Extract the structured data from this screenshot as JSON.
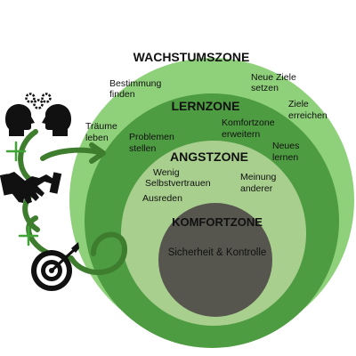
{
  "zones": {
    "growth": {
      "title": "WACHSTUMSZONE",
      "color": "#8fd17b"
    },
    "learning": {
      "title": "LERNZONE",
      "color": "#4e9c41"
    },
    "fear": {
      "title": "ANGSTZONE",
      "color": "#a8cf8e"
    },
    "comfort": {
      "title": "KOMFORTZONE",
      "subtitle": "Sicherheit & Kontrolle",
      "color": "#56564f"
    }
  },
  "growth_items": {
    "purpose": [
      "Bestimmung",
      "finden"
    ],
    "new_goals": [
      "Neue Ziele",
      "setzen"
    ],
    "reach_goals": [
      "Ziele",
      "erreichen"
    ],
    "dreams": [
      "Träume",
      "leben"
    ]
  },
  "learning_items": {
    "problems": [
      "Problemen",
      "stellen"
    ],
    "expand": [
      "Komfortzone",
      "erweitern"
    ],
    "learn": [
      "Neues",
      "lernen"
    ]
  },
  "fear_items": {
    "confidence": [
      "Wenig",
      "Selbstvertrauen"
    ],
    "opinion": [
      "Meinung",
      "anderer"
    ],
    "excuses": [
      "Ausreden"
    ]
  },
  "icons": {
    "accent": "#3fa535",
    "path_color": "#3e7d2e",
    "names": [
      "thinking-heads-icon",
      "gears-icon",
      "plus-icon",
      "handshake-icon",
      "target-icon",
      "arrow-icon"
    ]
  }
}
